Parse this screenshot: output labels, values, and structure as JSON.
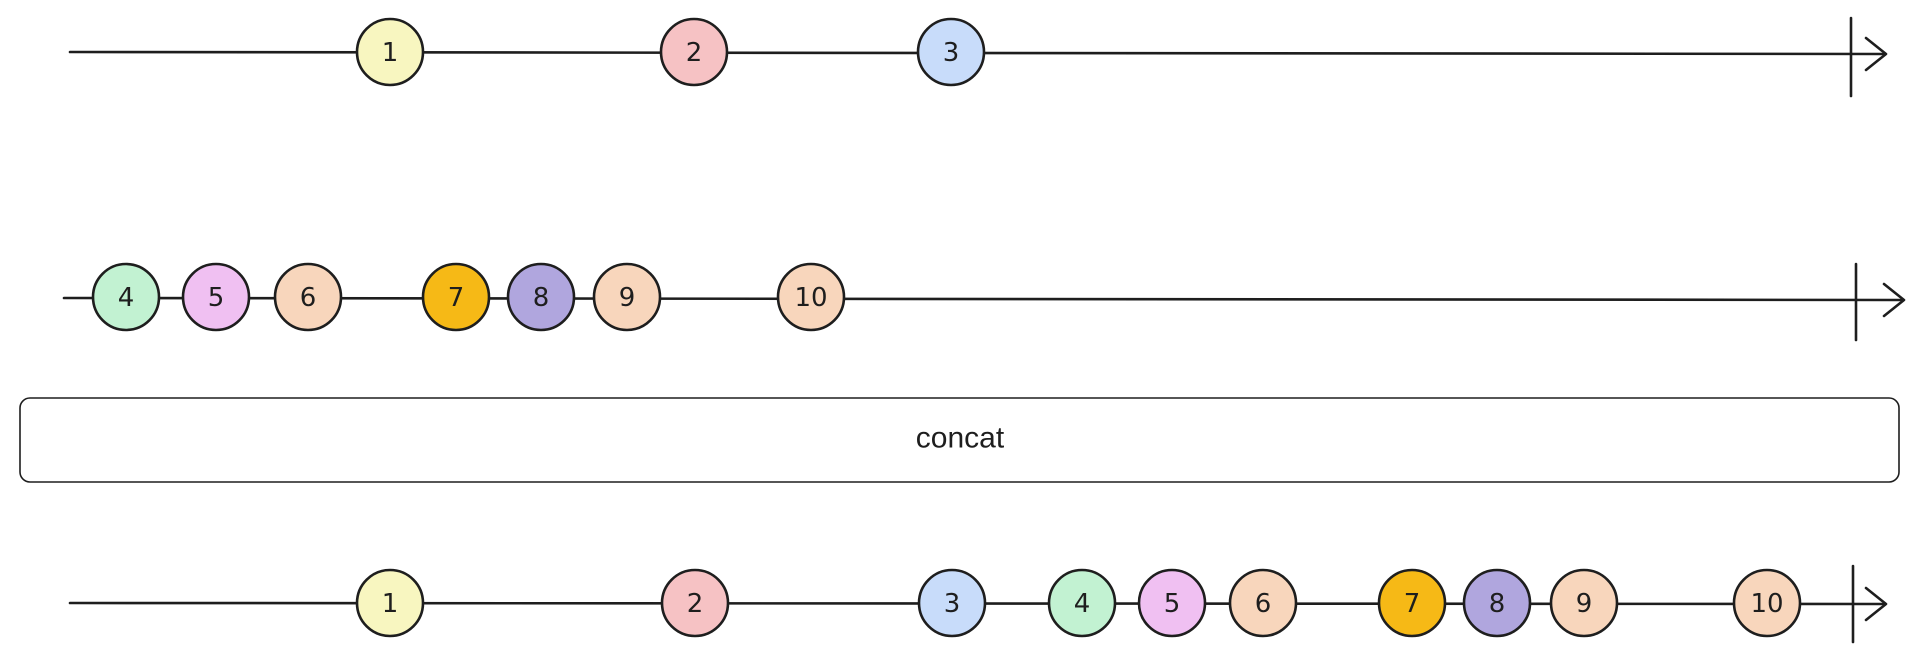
{
  "operator": {
    "label": "concat"
  },
  "timelines": [
    {
      "id": "source-a",
      "marbles": [
        {
          "label": "1",
          "color": "#f8f6c0"
        },
        {
          "label": "2",
          "color": "#f6c2c4"
        },
        {
          "label": "3",
          "color": "#c8dcfa"
        }
      ]
    },
    {
      "id": "source-b",
      "marbles": [
        {
          "label": "4",
          "color": "#c2f2d2"
        },
        {
          "label": "5",
          "color": "#f0c0f2"
        },
        {
          "label": "6",
          "color": "#f8d6bc"
        },
        {
          "label": "7",
          "color": "#f6b916"
        },
        {
          "label": "8",
          "color": "#b0a6de"
        },
        {
          "label": "9",
          "color": "#f8d6bc"
        },
        {
          "label": "10",
          "color": "#f8d6bc"
        }
      ]
    },
    {
      "id": "result",
      "marbles": [
        {
          "label": "1",
          "color": "#f8f6c0"
        },
        {
          "label": "2",
          "color": "#f6c2c4"
        },
        {
          "label": "3",
          "color": "#c8dcfa"
        },
        {
          "label": "4",
          "color": "#c2f2d2"
        },
        {
          "label": "5",
          "color": "#f0c0f2"
        },
        {
          "label": "6",
          "color": "#f8d6bc"
        },
        {
          "label": "7",
          "color": "#f6b916"
        },
        {
          "label": "8",
          "color": "#b0a6de"
        },
        {
          "label": "9",
          "color": "#f8d6bc"
        },
        {
          "label": "10",
          "color": "#f8d6bc"
        }
      ]
    }
  ]
}
